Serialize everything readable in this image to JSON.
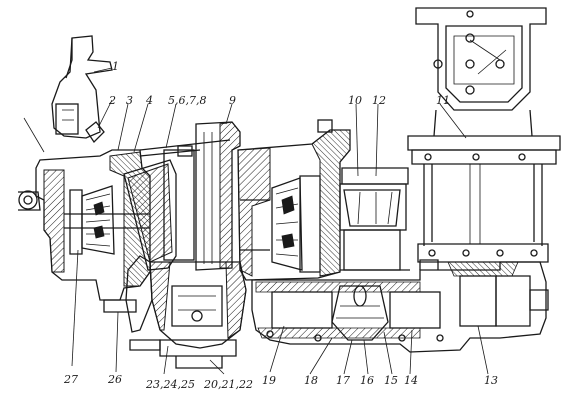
{
  "callouts": [
    {
      "id": "c1",
      "text": "1"
    },
    {
      "id": "c2",
      "text": "2"
    },
    {
      "id": "c3",
      "text": "3"
    },
    {
      "id": "c4",
      "text": "4"
    },
    {
      "id": "c5",
      "text": "5,6,7,8"
    },
    {
      "id": "c9",
      "text": "9"
    },
    {
      "id": "c10",
      "text": "10"
    },
    {
      "id": "c12",
      "text": "12"
    },
    {
      "id": "c11",
      "text": "11"
    },
    {
      "id": "c27",
      "text": "27"
    },
    {
      "id": "c26",
      "text": "26"
    },
    {
      "id": "c23",
      "text": "23,24,25"
    },
    {
      "id": "c20",
      "text": "20,21,22"
    },
    {
      "id": "c19",
      "text": "19"
    },
    {
      "id": "c18",
      "text": "18"
    },
    {
      "id": "c17",
      "text": "17"
    },
    {
      "id": "c16",
      "text": "16"
    },
    {
      "id": "c15",
      "text": "15"
    },
    {
      "id": "c14",
      "text": "14"
    },
    {
      "id": "c13",
      "text": "13"
    }
  ]
}
